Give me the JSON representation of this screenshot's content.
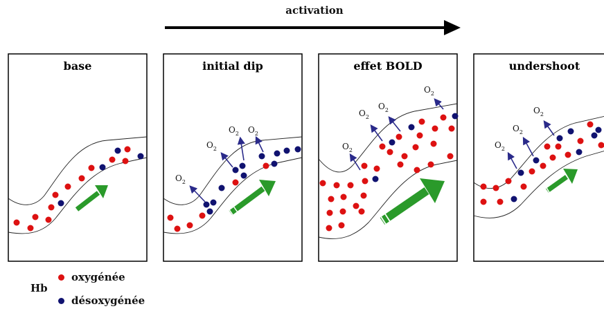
{
  "activation": {
    "label": "activation"
  },
  "colors": {
    "oxygenated": "#dd1111",
    "deoxygenated": "#101270",
    "flow_arrow": "#2a9a2a",
    "o2_arrow": "#2a2a8a"
  },
  "panels": [
    {
      "title": "base"
    },
    {
      "title": "initial dip"
    },
    {
      "title": "effet BOLD"
    },
    {
      "title": "undershoot"
    }
  ],
  "o2_label": {
    "main": "O",
    "sub": "2"
  },
  "legend": {
    "hb": "Hb",
    "oxygenated": "oxygénée",
    "deoxygenated": "désoxygénée"
  }
}
